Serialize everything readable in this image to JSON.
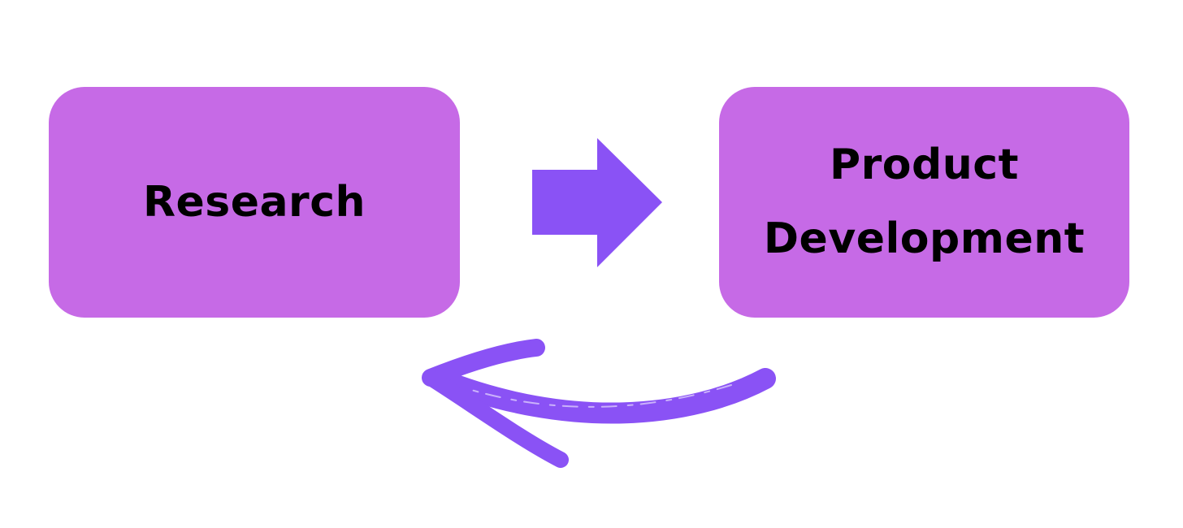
{
  "diagram": {
    "nodes": [
      {
        "id": "research",
        "label": "Research"
      },
      {
        "id": "product-development",
        "label_lines": [
          "Product",
          "Development"
        ]
      }
    ],
    "edges": [
      {
        "from": "research",
        "to": "product-development",
        "style": "block-arrow"
      },
      {
        "from": "product-development",
        "to": "research",
        "style": "brush-curved-arrow"
      }
    ]
  },
  "colors": {
    "node_fill": "#c66ae6",
    "arrow": "#8a52f5",
    "text": "#000000",
    "background": "#ffffff"
  }
}
